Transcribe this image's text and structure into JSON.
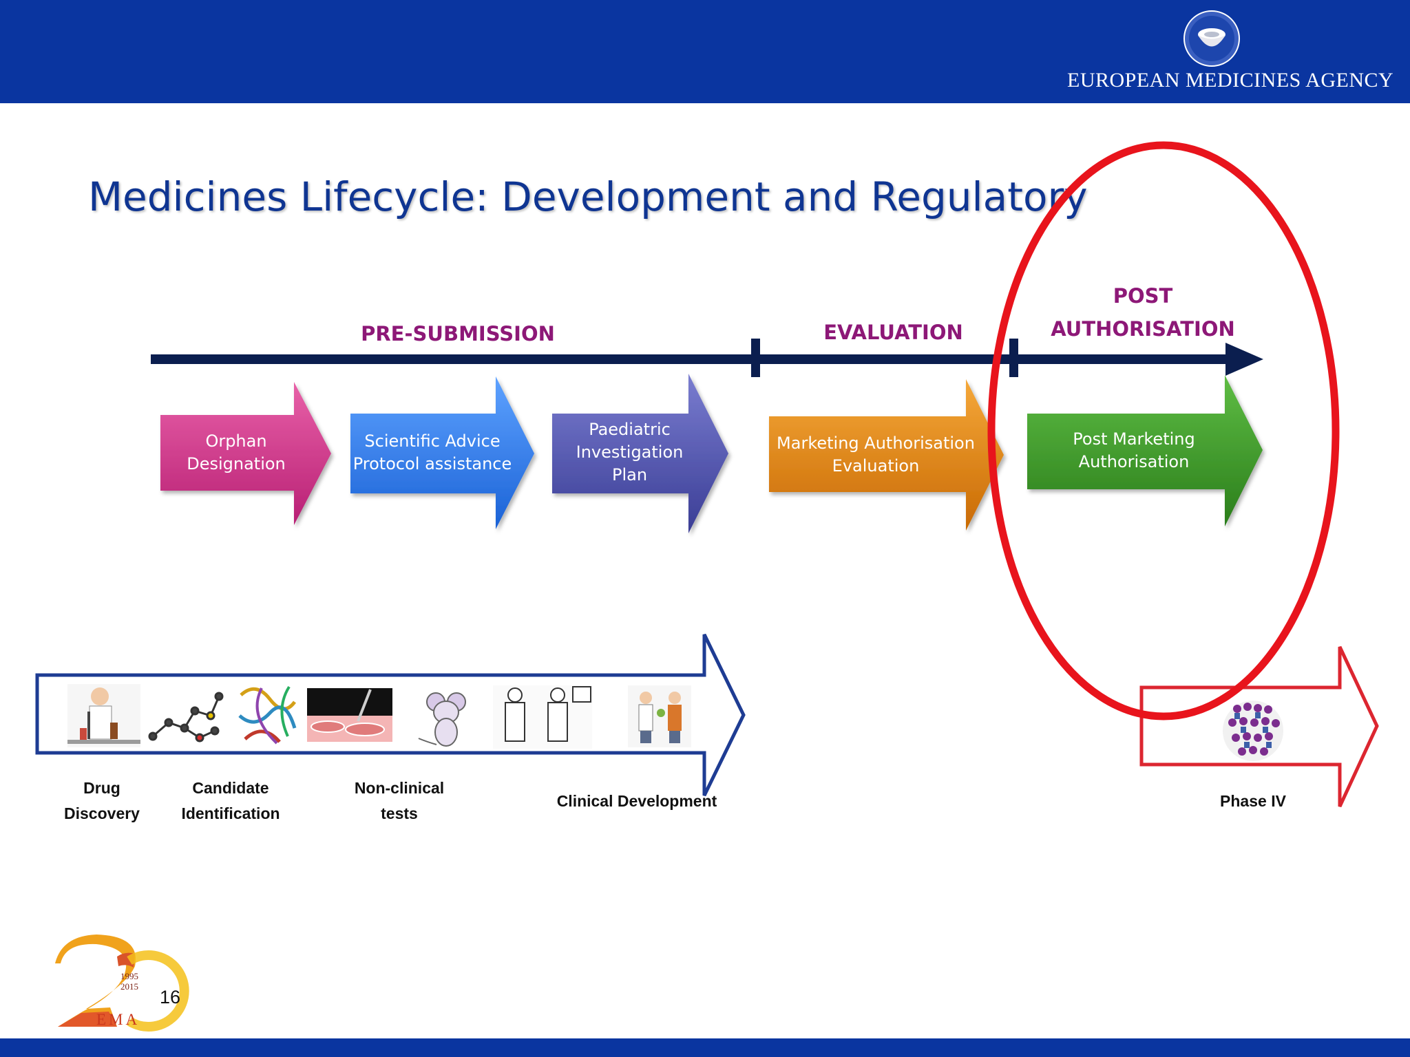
{
  "header": {
    "agency_name": "EUROPEAN MEDICINES AGENCY",
    "logo_icon": "ema-pestle-logo-icon"
  },
  "slide": {
    "title": "Medicines Lifecycle: Development and Regulatory",
    "page_number": "16"
  },
  "timeline": {
    "phases": [
      {
        "label": "PRE-SUBMISSION"
      },
      {
        "label": "EVALUATION"
      },
      {
        "label": "POST\nAUTHORISATION"
      }
    ],
    "stages": [
      {
        "label": "Orphan\nDesignation",
        "color": "#d1328a"
      },
      {
        "label": "Scientific Advice\nProtocol assistance",
        "color": "#2b7ff0"
      },
      {
        "label": "Paediatric\nInvestigation\nPlan",
        "color": "#5356b4"
      },
      {
        "label": "Marketing Authorisation\nEvaluation",
        "color": "#e8860e"
      },
      {
        "label": "Post Marketing\nAuthorisation",
        "color": "#3e9b2a"
      }
    ]
  },
  "development": {
    "steps": [
      {
        "label": "Drug\nDiscovery",
        "icon": "scientist-icon"
      },
      {
        "label": "Candidate\nIdentification",
        "icon": "molecule-icon"
      },
      {
        "label": "Non-clinical\ntests",
        "icon": "petri-dish-icon"
      },
      {
        "label": "Clinical Development",
        "icon": "clinicians-icon"
      }
    ],
    "phase_iv": {
      "label": "Phase IV",
      "icon": "crowd-icon"
    }
  },
  "anniversary_logo": {
    "years": "1995\n2015",
    "text": "EMA",
    "icon": "ema-20-years-logo"
  },
  "colors": {
    "header_blue": "#0a35a0",
    "title_blue": "#0f3592",
    "phase_purple": "#8d1877",
    "timeline_navy": "#0b1e4f",
    "highlight_red": "#e8141c",
    "dev_arrow_blue": "#1e3c93",
    "phase_iv_red": "#dc2630"
  }
}
